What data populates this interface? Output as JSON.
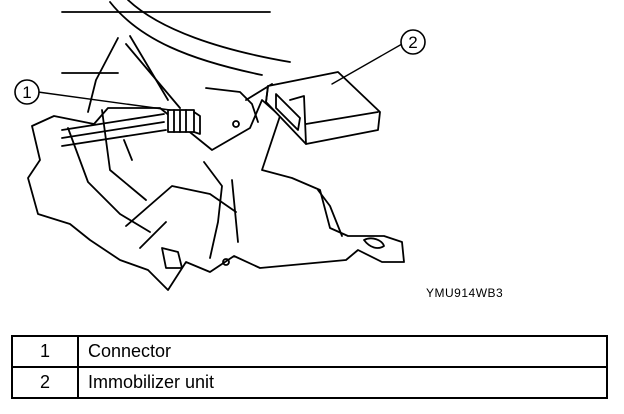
{
  "figure": {
    "code": "YMU914WB3",
    "callouts": [
      {
        "number": "1"
      },
      {
        "number": "2"
      }
    ]
  },
  "legend": {
    "rows": [
      {
        "number": "1",
        "description": "Connector"
      },
      {
        "number": "2",
        "description": "Immobilizer unit"
      }
    ]
  }
}
